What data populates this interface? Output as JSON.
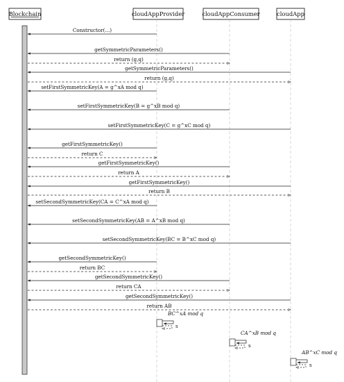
{
  "participants": [
    {
      "id": "blockchain",
      "label": "Blockchain",
      "underline": true
    },
    {
      "id": "provider",
      "label": "cloudAppProvider"
    },
    {
      "id": "consumer",
      "label": "cloudAppConsumer"
    },
    {
      "id": "app",
      "label": "cloudApp"
    }
  ],
  "messages": [
    {
      "label": "Constructor(...)",
      "from": "provider",
      "to": "blockchain",
      "kind": "call"
    },
    {
      "label": "getSymmetricParameters()",
      "from": "consumer",
      "to": "blockchain",
      "kind": "call"
    },
    {
      "label": "return (g,q)",
      "from": "blockchain",
      "to": "consumer",
      "kind": "return"
    },
    {
      "label": "getSymmetricParameters()",
      "from": "app",
      "to": "blockchain",
      "kind": "call"
    },
    {
      "label": "return (g,q)",
      "from": "blockchain",
      "to": "app",
      "kind": "return"
    },
    {
      "label": "setFirstSymmetricKey(A = g^xA  mod q)",
      "from": "provider",
      "to": "blockchain",
      "kind": "call"
    },
    {
      "label": "setFirstSymmetricKey(B = g^xB  mod q)",
      "from": "consumer",
      "to": "blockchain",
      "kind": "call"
    },
    {
      "label": "setFirstSymmetricKey(C = g^xC  mod q)",
      "from": "app",
      "to": "blockchain",
      "kind": "call"
    },
    {
      "label": "getFirstSymmetricKey()",
      "from": "provider",
      "to": "blockchain",
      "kind": "call"
    },
    {
      "label": "return C",
      "from": "blockchain",
      "to": "provider",
      "kind": "return"
    },
    {
      "label": "getFirstSymmetricKey()",
      "from": "consumer",
      "to": "blockchain",
      "kind": "call"
    },
    {
      "label": "return A",
      "from": "blockchain",
      "to": "consumer",
      "kind": "return"
    },
    {
      "label": "getFirstSymmetricKey()",
      "from": "app",
      "to": "blockchain",
      "kind": "call"
    },
    {
      "label": "return B",
      "from": "blockchain",
      "to": "app",
      "kind": "return"
    },
    {
      "label": "setSecondSymmetricKey(CA = C^xA  mod q)",
      "from": "provider",
      "to": "blockchain",
      "kind": "call"
    },
    {
      "label": "setSecondSymmetricKey(AB = A^xB  mod q)",
      "from": "consumer",
      "to": "blockchain",
      "kind": "call"
    },
    {
      "label": "setSecondSymmetricKey(BC = B^xC  mod q)",
      "from": "app",
      "to": "blockchain",
      "kind": "call"
    },
    {
      "label": "getSecondSymmetricKey()",
      "from": "provider",
      "to": "blockchain",
      "kind": "call"
    },
    {
      "label": "return BC",
      "from": "blockchain",
      "to": "provider",
      "kind": "return"
    },
    {
      "label": "getSecondSymmetricKey()",
      "from": "consumer",
      "to": "blockchain",
      "kind": "call"
    },
    {
      "label": "return CA",
      "from": "blockchain",
      "to": "consumer",
      "kind": "return"
    },
    {
      "label": "getSecondSymmetricKey()",
      "from": "app",
      "to": "blockchain",
      "kind": "call"
    },
    {
      "label": "return AB",
      "from": "blockchain",
      "to": "app",
      "kind": "return"
    }
  ],
  "self_calls": [
    {
      "participant": "provider",
      "label": "BC^xA  mod q",
      "return_label": "s"
    },
    {
      "participant": "consumer",
      "label": "CA^xB  mod q",
      "return_label": "s"
    },
    {
      "participant": "app",
      "label": "AB^xC  mod q",
      "return_label": "s"
    }
  ],
  "colors": {
    "line": "#222222",
    "lifeline": "#bdbdbd",
    "activation_fill": "#c8c8c8"
  }
}
